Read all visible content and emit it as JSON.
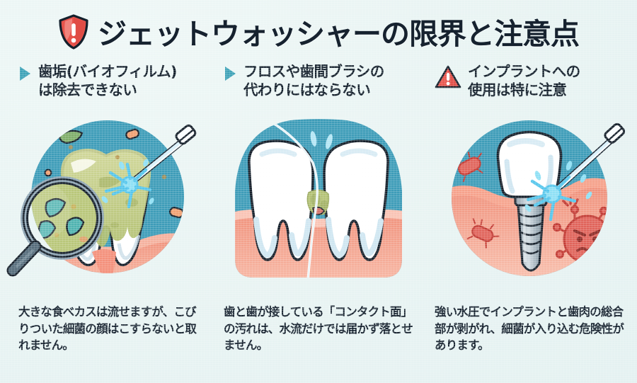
{
  "page": {
    "background_color": "#e9f4f3",
    "text_color": "#16222f",
    "accent_teal": "#3d9cb8",
    "accent_red": "#e8544c",
    "gum_pink": "#f3a894"
  },
  "title": {
    "text": "ジェットウォッシャーの限界と注意点",
    "icon": "shield-exclamation-icon",
    "icon_color": "#e8544c"
  },
  "columns": [
    {
      "id": "plaque-biofilm",
      "bullet_icon": "triangle-right-icon",
      "bullet_color": "#3fa3b8",
      "heading_line1": "歯垢(バイオフィルム)",
      "heading_line2": "は除去できない",
      "illustration": {
        "name": "tooth-with-biofilm-and-magnifier",
        "circle_color": "#3d9cb8",
        "biofilm_color": "#b9c77a",
        "bacteria_color": "#4fb3b0",
        "jet_color": "#6cd3ef"
      },
      "caption": "大きな食べカスは流せますが、こびりついた細菌の顔はこすらないと取れません。"
    },
    {
      "id": "floss-replacement",
      "bullet_icon": "triangle-right-icon",
      "bullet_color": "#3fa3b8",
      "heading_line1": "フロスや歯間ブラシの",
      "heading_line2": "代わりにはならない",
      "illustration": {
        "name": "two-teeth-with-floss",
        "panel_color": "#3d9cb8",
        "gum_color": "#f3a894",
        "tooth_color": "#ffffff",
        "plaque_color": "#b9c77a"
      },
      "caption": "歯と歯が接している「コンタクト面」の汚れは、水流だけでは届かず落とせません。"
    },
    {
      "id": "implant-caution",
      "bullet_icon": "warning-triangle-icon",
      "bullet_color": "#e8544c",
      "heading_line1": "インプラントへの",
      "heading_line2": "使用は特に注意",
      "illustration": {
        "name": "dental-implant-with-jet-and-bacteria",
        "circle_color": "#3d9cb8",
        "gum_color": "#f3a894",
        "screw_color": "#9fb0bb",
        "bacteria_color": "#d9463f"
      },
      "caption": "強い水圧でインプラントと歯肉の総合部が剥がれ、細菌が入り込む危険性があります。"
    }
  ]
}
